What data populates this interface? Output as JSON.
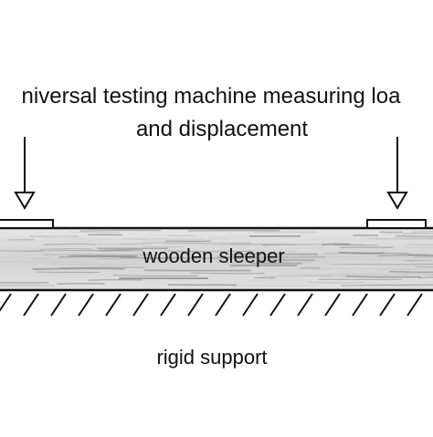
{
  "title": {
    "line1": "niversal testing machine measuring loa",
    "line2": "and displacement"
  },
  "beam": {
    "label": "wooden sleeper"
  },
  "support": {
    "label": "rigid support"
  },
  "icons": {
    "load_arrow": "down-arrow-icon",
    "support_hatch": "hatching-icon"
  },
  "colors": {
    "ink": "#111111",
    "wood_light": "#d9d9d9",
    "wood_dark": "#9a9a9a",
    "background": "#ffffff"
  }
}
